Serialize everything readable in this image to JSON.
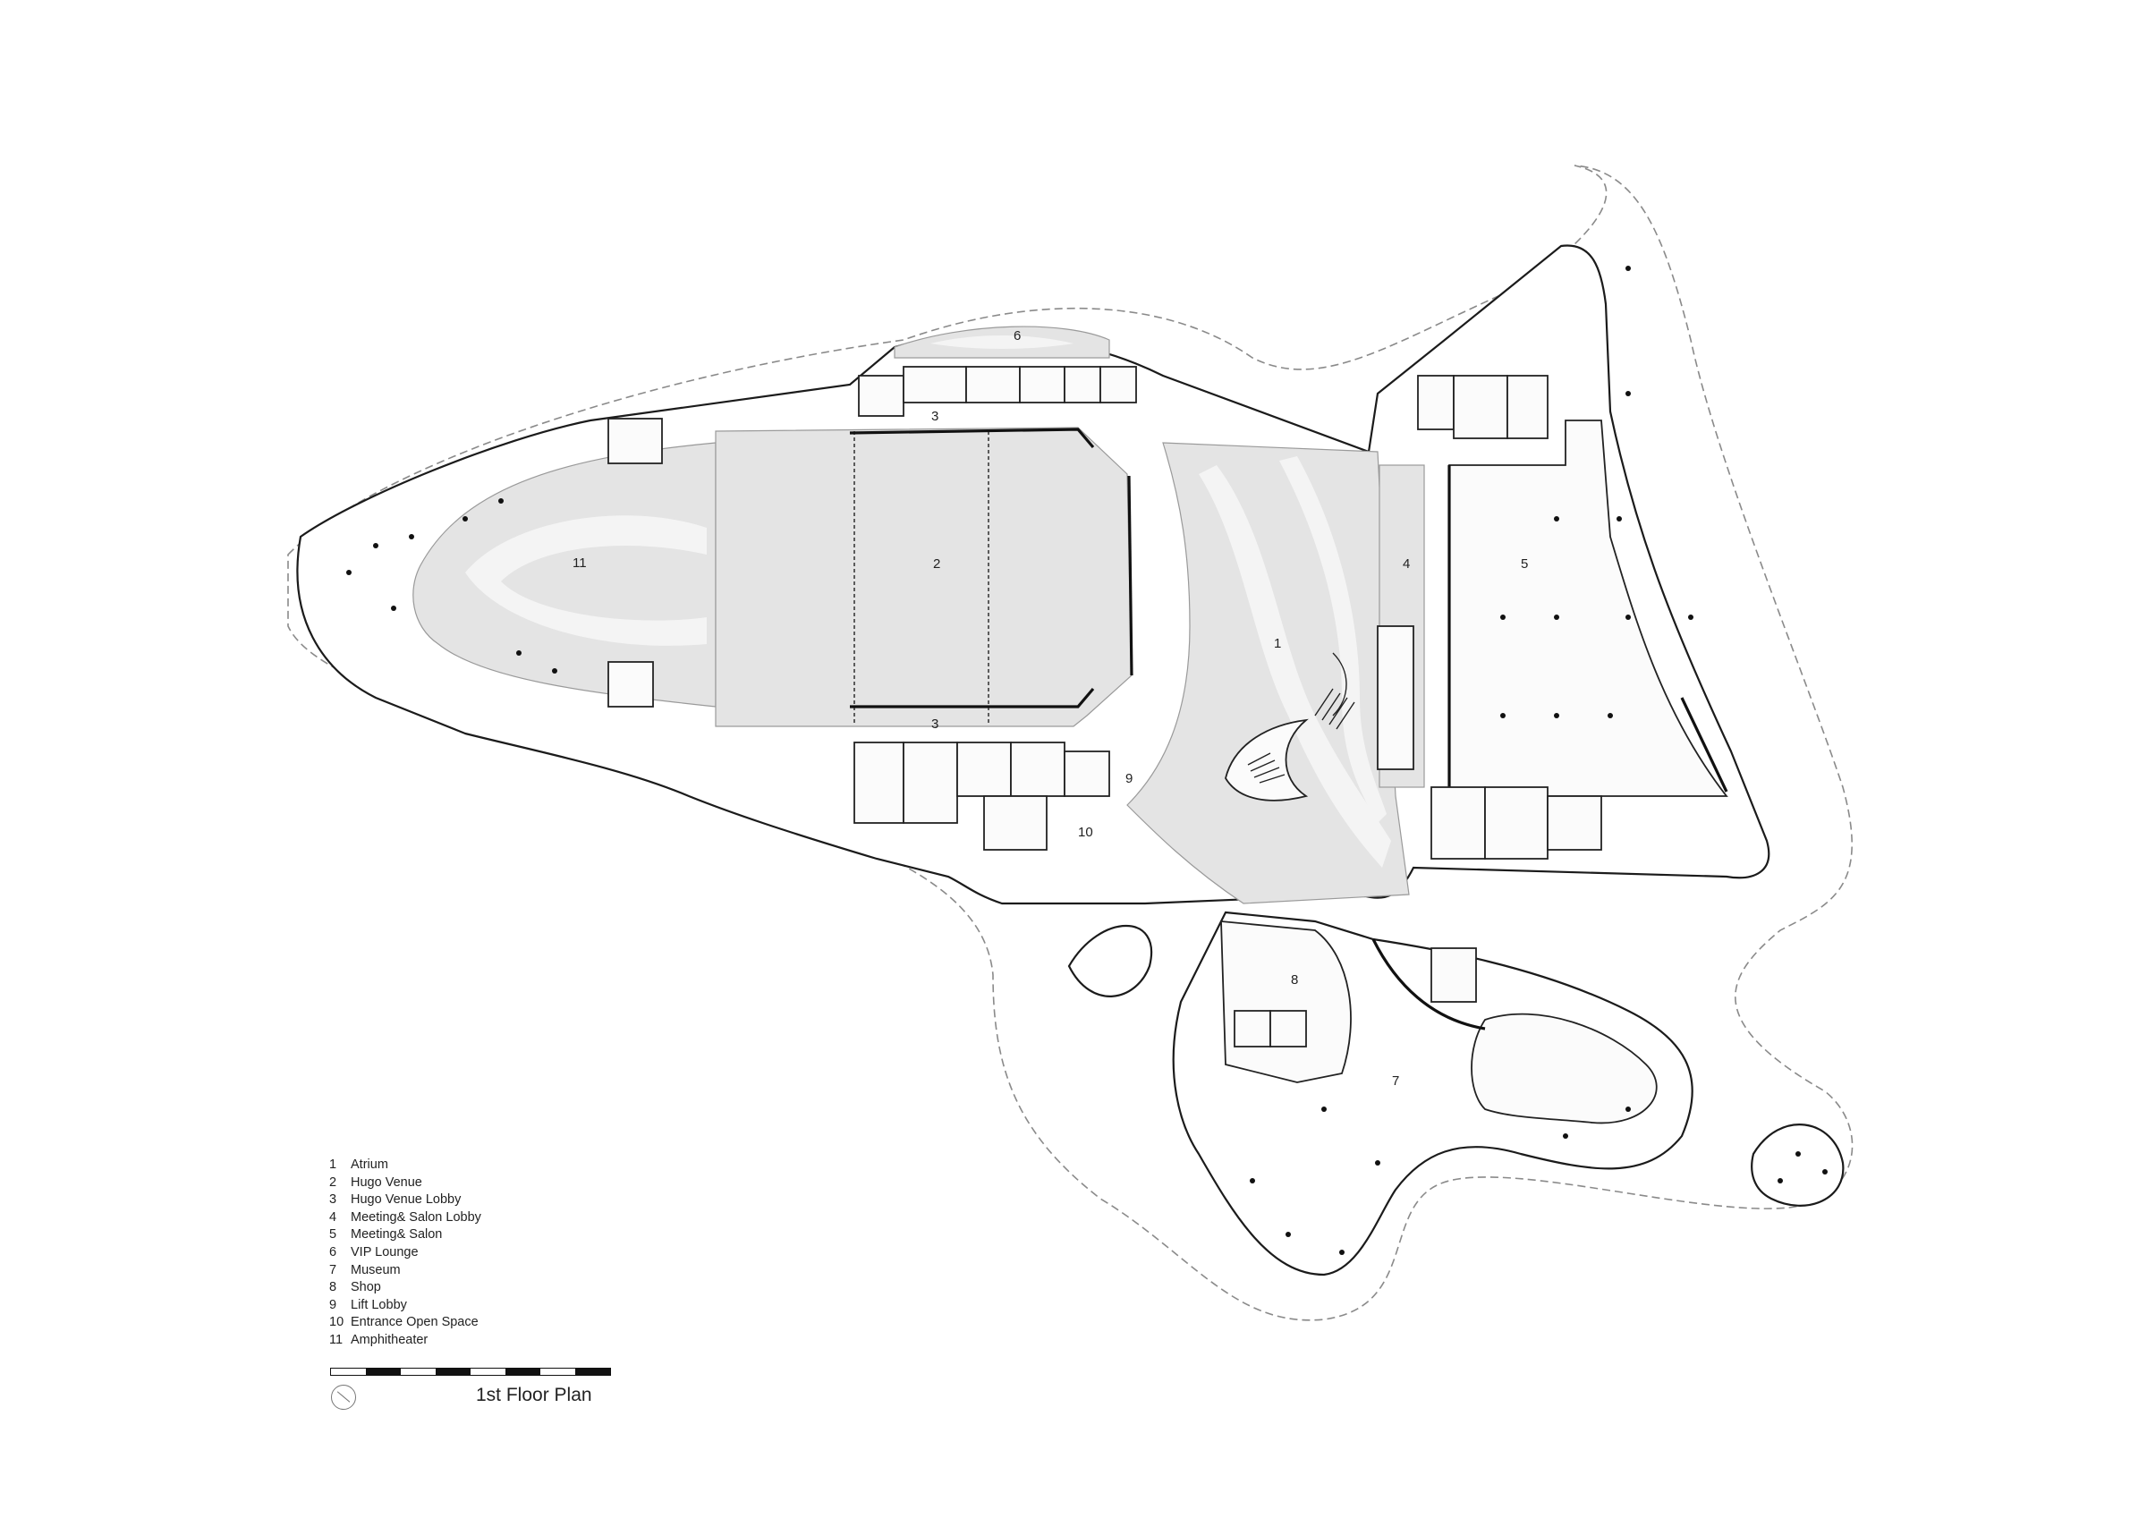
{
  "plan": {
    "title": "1st Floor Plan",
    "rooms": [
      {
        "num": "1",
        "name": "Atrium"
      },
      {
        "num": "2",
        "name": "Hugo Venue"
      },
      {
        "num": "3",
        "name": "Hugo Venue Lobby"
      },
      {
        "num": "4",
        "name": "Meeting& Salon Lobby"
      },
      {
        "num": "5",
        "name": "Meeting& Salon"
      },
      {
        "num": "6",
        "name": "VIP Lounge"
      },
      {
        "num": "7",
        "name": "Museum"
      },
      {
        "num": "8",
        "name": "Shop"
      },
      {
        "num": "9",
        "name": "Lift Lobby"
      },
      {
        "num": "10",
        "name": "Entrance Open Space"
      },
      {
        "num": "11",
        "name": "Amphitheater"
      }
    ],
    "labels": {
      "atrium": "1",
      "hugo_venue": "2",
      "lobby_top": "3",
      "lobby_bottom": "3",
      "salon_lobby": "4",
      "salon": "5",
      "vip_lounge": "6",
      "museum": "7",
      "shop": "8",
      "lift_lobby": "9",
      "entrance": "10",
      "amphitheater": "11"
    }
  }
}
